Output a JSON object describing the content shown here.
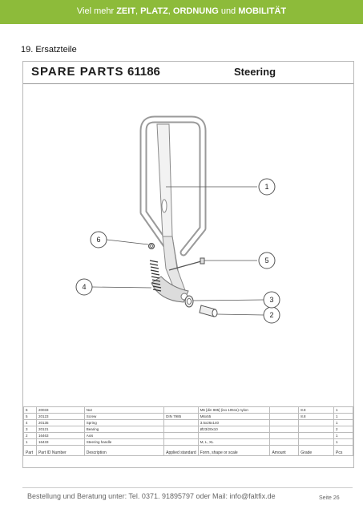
{
  "header": {
    "prefix": "Viel mehr",
    "k1": "ZEIT",
    "sep1": ", ",
    "k2": "PLATZ",
    "sep2": ", ",
    "k3": "ORDNUNG",
    "mid": " und ",
    "k4": "MOBILITÄT"
  },
  "section_title": "19. Ersatzteile",
  "sheet": {
    "title": "SPARE PARTS",
    "number": "61186",
    "name": "Steering",
    "callouts": [
      "1",
      "2",
      "3",
      "4",
      "5",
      "6"
    ]
  },
  "parts_table": {
    "columns": [
      "Part",
      "Part ID Number",
      "Description",
      "Applied standard",
      "Form, shape or scale",
      "Amount",
      "Grade",
      "Pcs"
    ],
    "rows": [
      [
        "6",
        "20033",
        "Nut",
        "",
        "M6 [din 985] (iso 10511) nylon",
        "",
        "8.8",
        "1"
      ],
      [
        "5",
        "20123",
        "Screw",
        "DIN 7985",
        "M6x55",
        "",
        "8.8",
        "1"
      ],
      [
        "4",
        "20135",
        "Spring",
        "",
        "3.5x26x140",
        "",
        "",
        "1"
      ],
      [
        "3",
        "20121",
        "Bearing",
        "",
        "Ø23/20x10",
        "",
        "",
        "2"
      ],
      [
        "2",
        "16463",
        "Axis",
        "",
        "",
        "",
        "",
        "1"
      ],
      [
        "1",
        "16433",
        "Steering handle",
        "",
        "M, L, XL",
        "",
        "",
        "1"
      ]
    ]
  },
  "footer": {
    "contact": "Bestellung und Beratung unter: Tel. 0371. 91895797 oder Mail: info@faltfix.de",
    "page": "Seite 26"
  }
}
